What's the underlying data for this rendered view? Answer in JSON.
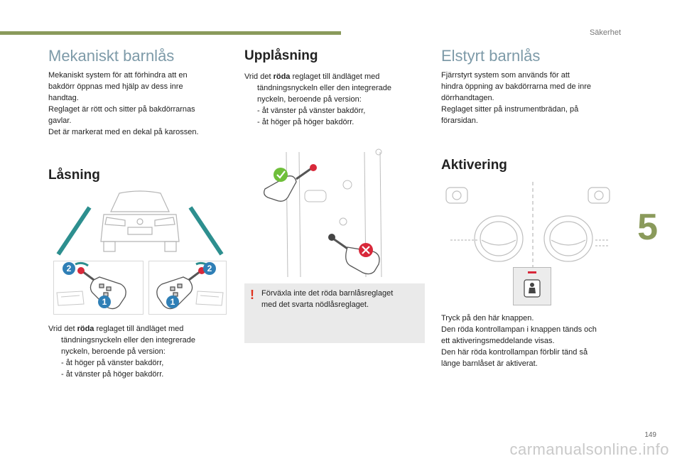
{
  "header": {
    "section": "Säkerhet"
  },
  "chapter": "5",
  "page_number": "149",
  "watermark": "carmanualsonline.info",
  "col1": {
    "title": "Mekaniskt barnlås",
    "intro": [
      "Mekaniskt system för att förhindra att en",
      "bakdörr öppnas med hjälp av dess inre",
      "handtag.",
      "Reglaget är rött och sitter på bakdörrarnas",
      "gavlar.",
      "Det är markerat med en dekal på karossen."
    ],
    "subtitle": "Låsning",
    "badges": {
      "one": "1",
      "two": "2"
    },
    "instruction": {
      "marker": "",
      "before": "Vrid det ",
      "bold": "röda",
      "after": " reglaget till ändläget med",
      "lines": [
        "tändningsnyckeln eller den integrerade",
        "nyckeln, beroende på version:",
        "-  åt höger på vänster bakdörr,",
        "-  åt vänster på höger bakdörr."
      ]
    }
  },
  "col2": {
    "title": "Upplåsning",
    "instruction": {
      "marker": "",
      "before": "Vrid det ",
      "bold": "röda",
      "after": " reglaget till ändläget med",
      "lines": [
        "tändningsnyckeln eller den integrerade",
        "nyckeln, beroende på version:",
        "-  åt vänster på vänster bakdörr,",
        "-  åt höger på höger bakdörr."
      ]
    },
    "note": {
      "mark": "!",
      "lines": [
        "Förväxla inte det röda barnlåsreglaget",
        "med det svarta nödlåsreglaget."
      ]
    }
  },
  "col3": {
    "title": "Elstyrt barnlås",
    "intro": [
      "Fjärrstyrt system som används för att",
      "hindra öppning av bakdörrarna med de inre",
      "dörrhandtagen.",
      "Reglaget sitter på instrumentbrädan, på",
      "förarsidan."
    ],
    "subtitle": "Aktivering",
    "instruction": {
      "marker": "",
      "first": "Tryck på den här knappen.",
      "lines": [
        "Den röda kontrollampan i knappen tänds och",
        "ett aktiveringsmeddelande visas.",
        "Den här röda kontrollampan förblir tänd så",
        "länge barnlåset är aktiverat."
      ]
    }
  },
  "colors": {
    "accent_bar": "#8a9a5b",
    "title_blue": "#7d9aa8",
    "arrow_teal": "#2d8f8f",
    "badge_blue": "#2f7fb6",
    "lock_red": "#d8283a",
    "ok_green": "#6fbf3a"
  }
}
